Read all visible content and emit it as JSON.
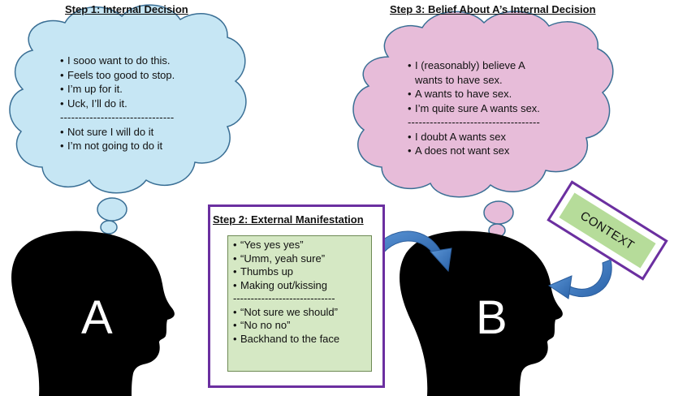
{
  "step1": {
    "title": "Step 1: Internal Decision",
    "yes_items": [
      "I sooo want to do this.",
      "Feels too good to stop.",
      "I’m up for it.",
      "Uck, I’ll do it."
    ],
    "divider": "-------------------------------",
    "no_items": [
      "Not sure I will do it",
      "I’m not going to do it"
    ]
  },
  "step2": {
    "title": "Step 2: External Manifestation",
    "yes_items": [
      "“Yes yes yes”",
      "“Umm, yeah sure”",
      "Thumbs up",
      "Making out/kissing"
    ],
    "divider": "-----------------------------",
    "no_items": [
      "“Not sure we should”",
      "“No no no”",
      "Backhand to the face"
    ]
  },
  "step3": {
    "title": "Step 3: Belief About A’s Internal Decision",
    "item1_line1": "I (reasonably) believe A",
    "item1_line2": "wants to have sex.",
    "yes_items_rest": [
      "A wants to have sex.",
      "I’m quite sure A wants sex."
    ],
    "divider": "------------------------------------",
    "no_items": [
      "I doubt A wants sex",
      "A does not want sex"
    ]
  },
  "head_a_label": "A",
  "head_b_label": "B",
  "context_label": "CONTEXT",
  "colors": {
    "cloud_a": "#c6e6f4",
    "cloud_b": "#e7bcd9",
    "cloud_stroke": "#3a6f95",
    "head": "#000000",
    "box_border": "#6b2fa0",
    "step2_fill": "#d5e8c4",
    "context_fill": "#b6dc9a",
    "arrow": "#3d7dc4"
  }
}
